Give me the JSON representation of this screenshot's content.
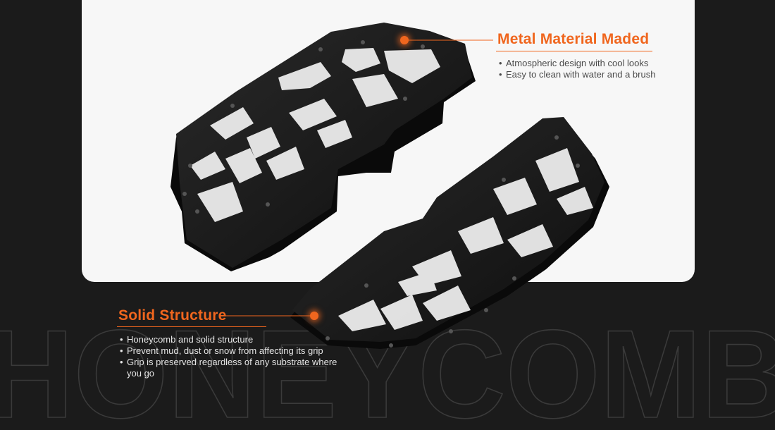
{
  "watermark": {
    "text": "HONEYCOMB"
  },
  "callouts": {
    "metal": {
      "title": "Metal Material Maded",
      "bullets": [
        "Atmospheric design with cool looks",
        "Easy to clean with water and a brush"
      ]
    },
    "solid": {
      "title": "Solid Structure",
      "bullets": [
        "Honeycomb and solid structure",
        "Prevent mud, dust or snow from affecting its grip",
        "Grip is preserved regardless of any substrate where you go"
      ]
    }
  },
  "colors": {
    "accent": "#f0661e",
    "background": "#1b1b1b",
    "card": "#f7f7f7",
    "plate": "#141414"
  },
  "icons": [
    "glowing-hotspot-dot"
  ]
}
